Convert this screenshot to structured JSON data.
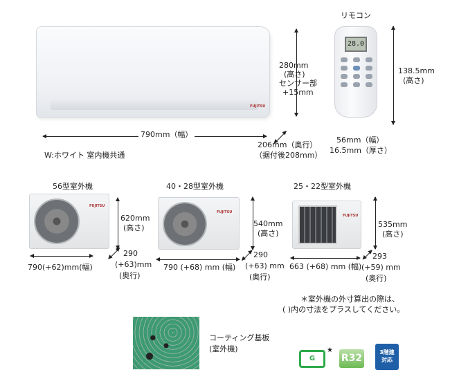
{
  "indoor": {
    "height": "280mm",
    "height_label": "(高さ)",
    "sensor": "センサー部",
    "sensor_add": "+15mm",
    "width": "790mm（幅）",
    "depth": "206mm（奥行）",
    "depth_installed": "（据付後208mm）",
    "color_note": "W:ホワイト 室内機共通"
  },
  "remote": {
    "title": "リモコン",
    "screen": "28.0",
    "height": "138.5mm",
    "height_label": "(高さ)",
    "width": "56mm（幅）",
    "thickness": "16.5mm（厚さ）"
  },
  "outdoor": [
    {
      "title": "56型室外機",
      "height": "620mm",
      "height_label": "(高さ)",
      "width": "790(+62)mm(幅)",
      "depth": "290",
      "depth_add": "(+63)mm",
      "depth_label": "(奥行)"
    },
    {
      "title": "40・28型室外機",
      "height": "540mm",
      "height_label": "(高さ)",
      "width": "790 (+68) mm (幅)",
      "depth": "290",
      "depth_add": "(+63) mm",
      "depth_label": "(奥行)"
    },
    {
      "title": "25・22型室外機",
      "height": "535mm",
      "height_label": "(高さ)",
      "width": "663 (+68) mm (幅)",
      "depth": "293",
      "depth_add": "(+59) mm",
      "depth_label": "(奥行)"
    }
  ],
  "note": {
    "line1": "＊室外機の外寸算出の際は、",
    "line2": "( )内の寸法をプラスしてください。"
  },
  "pcb": {
    "line1": "コーティング基板",
    "line2": "(室外機)"
  },
  "badges": {
    "g": "G",
    "star": "★",
    "r32": "R32",
    "three_story": "3階建",
    "three_story2": "対応"
  },
  "brand": "FUJITSU"
}
